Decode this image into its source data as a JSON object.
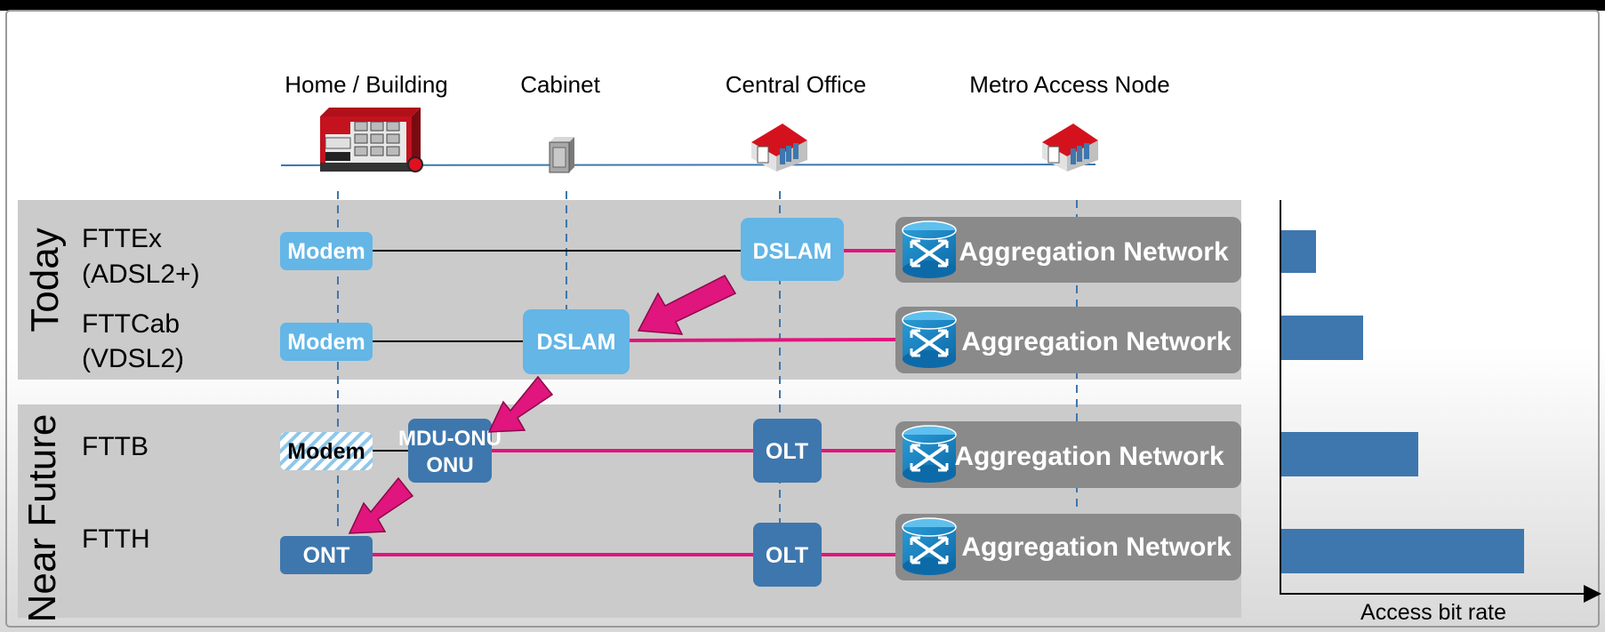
{
  "locations": [
    "Home / Building",
    "Cabinet",
    "Central Office",
    "Metro Access Node"
  ],
  "groups": [
    "Today",
    "Near Future"
  ],
  "rows": [
    {
      "label_line1": "FTTEx",
      "label_line2": "(ADSL2+)",
      "home_device": "Modem",
      "mid_device": "DSLAM",
      "aggregation": "Aggregation Network",
      "bitrate": 0.13
    },
    {
      "label_line1": "FTTCab",
      "label_line2": "(VDSL2)",
      "home_device": "Modem",
      "mid_device": "DSLAM",
      "aggregation": "Aggregation Network",
      "bitrate": 0.31
    },
    {
      "label_line1": "FTTB",
      "label_line2": "",
      "home_device": "Modem",
      "building_device": "MDU-ONU",
      "mid_device": "OLT",
      "aggregation": "Aggregation Network",
      "bitrate": 0.52
    },
    {
      "label_line1": "FTTH",
      "label_line2": "",
      "home_device": "ONT",
      "mid_device": "OLT",
      "aggregation": "Aggregation Network",
      "bitrate": 0.92
    }
  ],
  "axis_label": "Access bit rate",
  "colors": {
    "top_bar": "#000000",
    "band_today": "#cbcbcb",
    "band_future": "#cbcbcb",
    "device_light": "#63b6e6",
    "device_dark": "#3e77ad",
    "aggregation": "#8a8a8a",
    "fiber": "#e0157d",
    "copper": "#000000",
    "bar": "#3e77ad",
    "arrow": "#e0157d"
  },
  "icons": [
    "building-icon",
    "cabinet-icon",
    "central-office-icon",
    "metro-node-icon",
    "router-icon"
  ]
}
